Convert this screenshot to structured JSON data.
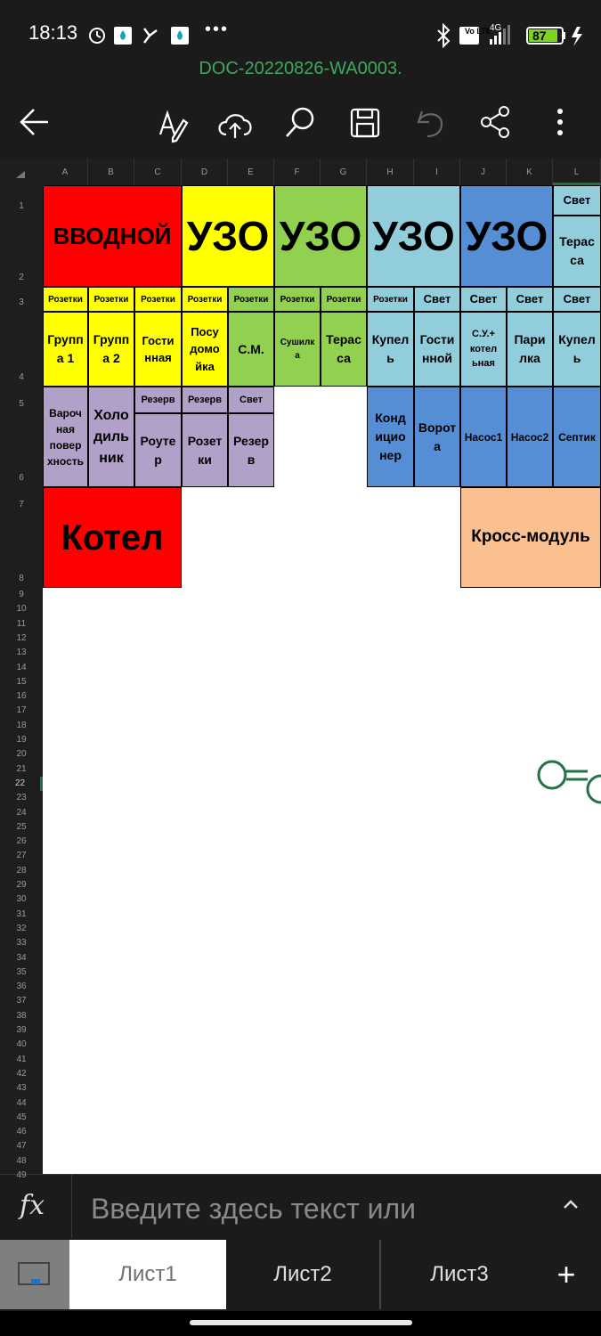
{
  "status": {
    "time": "18:13",
    "battery": "87",
    "network": "4G",
    "volte": "Vo LTE"
  },
  "document": {
    "title": "DOC-20220826-WA0003."
  },
  "toolbar": {
    "back": "back-arrow-icon",
    "format": "pen-icon",
    "share_cloud": "cloud-upload-icon",
    "search": "search-icon",
    "save": "save-icon",
    "undo": "undo-icon",
    "share": "share-icon",
    "more": "more-vertical-icon"
  },
  "columns": [
    "A",
    "B",
    "C",
    "D",
    "E",
    "F",
    "G",
    "H",
    "I",
    "J",
    "K",
    "L"
  ],
  "rows": [
    "1",
    "2",
    "3",
    "4",
    "5",
    "6",
    "7",
    "8",
    "9",
    "10",
    "11",
    "12",
    "13",
    "14",
    "15",
    "16",
    "17",
    "18",
    "19",
    "20",
    "21",
    "22",
    "23",
    "24",
    "25",
    "26",
    "27",
    "28",
    "29",
    "30",
    "31",
    "32",
    "33",
    "34",
    "35",
    "36",
    "37",
    "38",
    "39",
    "40",
    "41",
    "42",
    "43",
    "44",
    "45",
    "46",
    "47",
    "48",
    "49"
  ],
  "cells": {
    "vvodnoy": "ВВОДНОЙ",
    "uzo1": "УЗО",
    "uzo2": "УЗО",
    "uzo3": "УЗО",
    "uzo4": "УЗО",
    "l1": "Свет",
    "l2": "Терас са",
    "r3": [
      "Розетки",
      "Розетки",
      "Розетки",
      "Розетки",
      "Розетки",
      "Розетки",
      "Розетки",
      "Розетки",
      "Свет",
      "Свет",
      "Свет",
      "Свет"
    ],
    "r4": [
      "Групп а 1",
      "Групп а 2",
      "Гости нная",
      "Посу домо йка",
      "С.М.",
      "Сушилк а",
      "Терас са",
      "Купел ь",
      "Гости нной",
      "С.У.+ котел ьная",
      "Пари лка",
      "Купел ь"
    ],
    "a56": "Вароч ная повер хность",
    "b56": "Холо диль ник",
    "c5": "Резерв",
    "d5": "Резерв",
    "e5": "Свет",
    "c6": "Роуте р",
    "d6": "Розет ки",
    "e6": "Резер в",
    "h56": "Конд ицио нер",
    "i56": "Ворот а",
    "j56": "Насос1",
    "k56": "Насос2",
    "l56": "Септик",
    "kotel": "Котел",
    "kross": "Кросс-модуль"
  },
  "formula": {
    "fx": "fx",
    "placeholder": "Введите здесь текст или"
  },
  "tabs": [
    "Лист1",
    "Лист2",
    "Лист3"
  ],
  "active_tab": "Лист1",
  "add_sheet": "+",
  "colors": {
    "red": "#ff0000",
    "yellow": "#ffff00",
    "green": "#92d050",
    "lightblue": "#92cddc",
    "blue": "#558ed5",
    "lavender": "#b1a0c7",
    "peach": "#fac090",
    "accent": "#217346"
  }
}
